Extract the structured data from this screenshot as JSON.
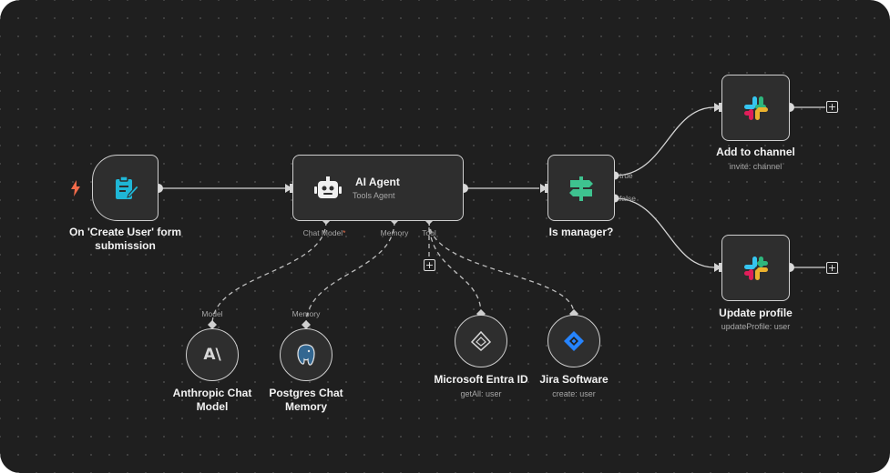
{
  "nodes": {
    "trigger": {
      "title": "On 'Create User' form submission",
      "icon": "form-icon"
    },
    "agent": {
      "title": "AI Agent",
      "subtitle": "Tools Agent",
      "icon": "robot-icon",
      "ports": {
        "chat_model": "Chat Model",
        "chat_model_required": "*",
        "memory": "Memory",
        "tool": "Tool"
      }
    },
    "is_manager": {
      "title": "Is manager?",
      "icon": "signpost-icon",
      "out_true": "true",
      "out_false": "false"
    },
    "add_channel": {
      "title": "Add to channel",
      "subtitle": "invite: channel",
      "icon": "slack-icon"
    },
    "update_profile": {
      "title": "Update profile",
      "subtitle": "updateProfile: user",
      "icon": "slack-icon"
    },
    "anthropic": {
      "title": "Anthropic Chat Model",
      "port": "Model",
      "icon": "anthropic-icon"
    },
    "postgres": {
      "title": "Postgres Chat Memory",
      "port": "Memory",
      "icon": "postgres-icon"
    },
    "entra": {
      "title": "Microsoft Entra ID",
      "subtitle": "getAll: user",
      "icon": "entra-icon"
    },
    "jira": {
      "title": "Jira Software",
      "subtitle": "create: user",
      "icon": "jira-icon"
    }
  },
  "plus_label": "+",
  "colors": {
    "background": "#1f1f1f",
    "node": "#2e2e2e",
    "border": "#cfcfcf",
    "trigger": "#f26b4a",
    "required": "#e8704d"
  }
}
